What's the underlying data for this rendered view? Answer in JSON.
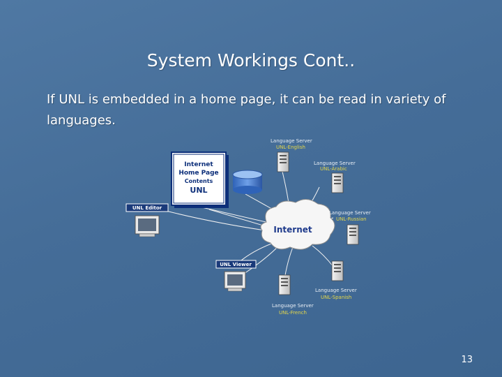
{
  "slide": {
    "title": "System Workings Cont..",
    "body": "If UNL is embedded in a home page, it can be read in variety of languages.",
    "number": "13"
  },
  "diagram": {
    "home_page": {
      "line1": "Internet",
      "line2": "Home Page",
      "line3": "Contents",
      "line4": "UNL"
    },
    "internet_label": "Internet",
    "unl_editor_label": "UNL Editor",
    "unl_viewer_label": "UNL Viewer",
    "servers": [
      {
        "title": "Language Server",
        "language": "UNL-English"
      },
      {
        "title": "Language Server",
        "language": "UNL-Arabic"
      },
      {
        "title": "Language Server",
        "language": "UNL-Russian"
      },
      {
        "title": "Language Server",
        "language": "UNL-Spanish"
      },
      {
        "title": "Language Server",
        "language": "UNL-French"
      }
    ],
    "colors": {
      "label_yellow": "#e6d84a",
      "cloud_text": "#1f3b8c",
      "label_box": "#1a3a7a"
    }
  }
}
